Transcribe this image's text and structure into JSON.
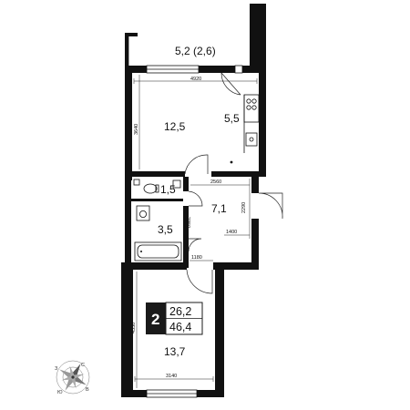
{
  "rooms": {
    "balcony": "5,2 (2,6)",
    "living": "12,5",
    "kitchen": "5,5",
    "toilet": "1,5",
    "hall": "7,1",
    "bath": "3,5",
    "bedroom": "13,7"
  },
  "dimensions": {
    "living_width": "4920",
    "living_depth": "3640",
    "hall_width": "2560",
    "hall_depth": "2290",
    "entry_width": "1400",
    "bath_depth": "2350",
    "bath_width": "1180",
    "bedroom_depth": "4350",
    "bedroom_width": "3140"
  },
  "badge": {
    "rooms_count": "2",
    "living_area": "26,2",
    "total_area": "46,4"
  },
  "compass": {
    "north": "С",
    "south": "Ю",
    "west": "З",
    "east": "В"
  }
}
